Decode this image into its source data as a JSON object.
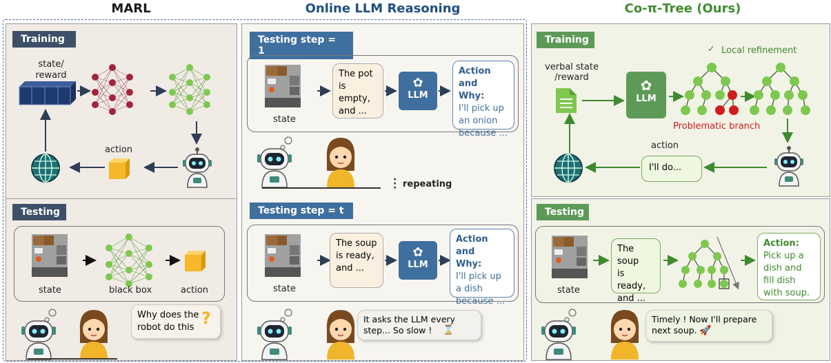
{
  "titles": {
    "marl": "MARL",
    "online": "Online LLM Reasoning",
    "ours": "Co-π-Tree (Ours)"
  },
  "marl": {
    "training_tag": "Training",
    "state_reward": "state/\nreward",
    "action": "action",
    "testing_tag": "Testing",
    "state": "state",
    "black_box": "black box",
    "test_action": "action",
    "bubble": "Why does the\nrobot do this",
    "bubble_icon": "question-mark-icon"
  },
  "online": {
    "step1_tag": "Testing step = 1",
    "step1_obs": "The pot\nis empty,\nand ...",
    "llm": "LLM",
    "step1_action_head": "Action and\nWhy:",
    "step1_action_body": "I'll pick up\nan onion\nbecause ...",
    "state": "state",
    "repeating": "repeating",
    "stept_tag": "Testing step = t",
    "stept_obs": "The soup\nis ready,\nand ...",
    "stept_action_head": "Action and\nWhy:",
    "stept_action_body": "I'll pick up\na dish\nbecause ...",
    "bubble": "It asks the LLM every\nstep... So slow !",
    "bubble_icon": "hourglass-icon"
  },
  "ours": {
    "training_tag": "Training",
    "verbal_state": "verbal state\n/reward",
    "llm": "LLM",
    "local_refinement": "Local refinement",
    "problematic": "Problematic branch",
    "action": "action",
    "action_text": "I'll do...",
    "testing_tag": "Testing",
    "state": "state",
    "obs": "The soup\nis ready,\nand ...",
    "action_head": "Action:",
    "action_body": "Pick up a\ndish and\nfill dish\nwith soup.",
    "bubble": "Timely ! Now I'll prepare\nnext soup.",
    "bubble_icon": "rocket-icon"
  },
  "colors": {
    "marl_tag": "#3d5068",
    "online_tag": "#3f6f9e",
    "ours_tag": "#5e9a57",
    "green_node": "#7ec850",
    "red_node": "#d01c1c",
    "maroon_node": "#a3243a",
    "title_blue": "#1f4f7f",
    "title_green": "#3f8a2f",
    "arrow": "#2d3e55"
  }
}
